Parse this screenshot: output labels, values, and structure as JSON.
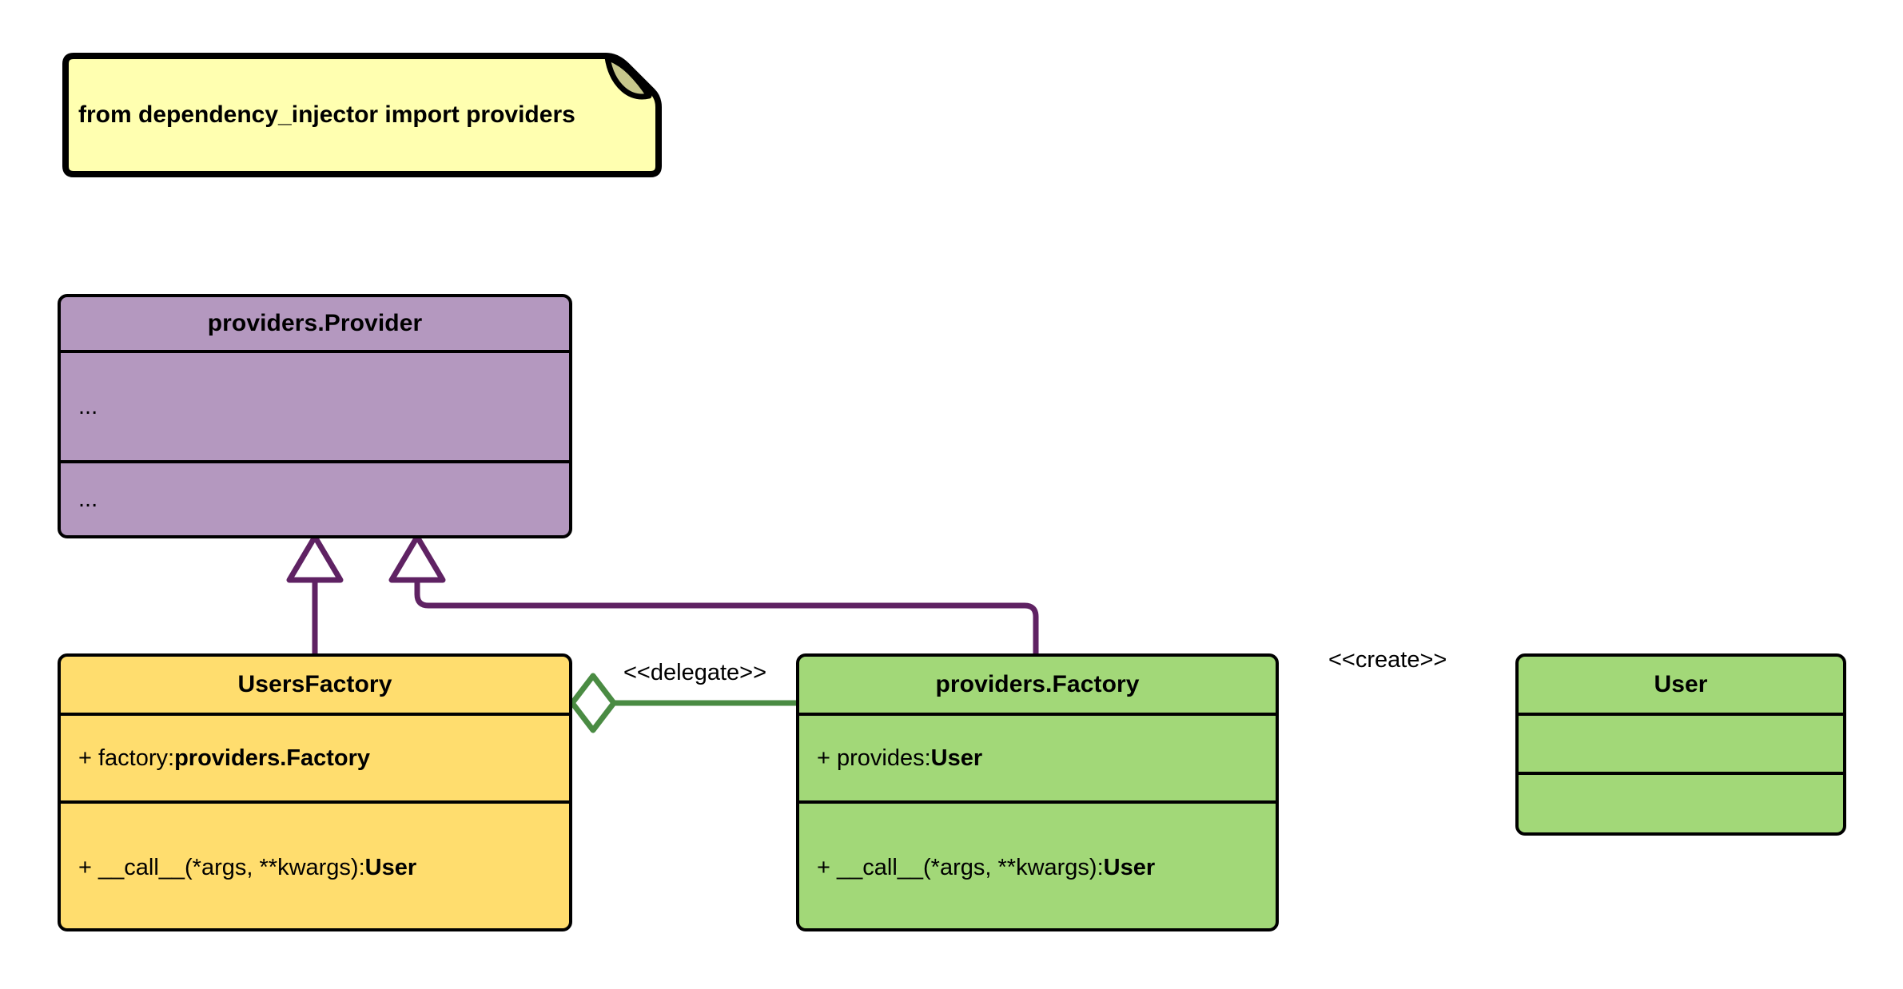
{
  "diagram": {
    "kind": "uml-class-diagram",
    "note": {
      "text": "from dependency_injector import providers",
      "fill": "#ffffb0",
      "fold_fill": "#c8c88c",
      "stroke": "#000000"
    },
    "colors": {
      "provider_fill": "#b498bf",
      "factory_fill": "#ffdd6e",
      "green_fill": "#a2d878",
      "inheritance_line": "#5f2263",
      "association_line": "#4a8b43",
      "border": "#000000",
      "background": "#ffffff"
    },
    "classes": [
      {
        "id": "provider",
        "name": "providers.Provider",
        "attributes": [
          "..."
        ],
        "methods": [
          "..."
        ]
      },
      {
        "id": "usersfactory",
        "name": "UsersFactory",
        "attributes_prefix": "+ factory: ",
        "attributes_type": "providers.Factory",
        "methods_prefix": "+ __call__(*args, **kwargs): ",
        "methods_type": "User"
      },
      {
        "id": "providersfactory",
        "name": "providers.Factory",
        "attributes_prefix": "+ provides: ",
        "attributes_type": "User",
        "methods_prefix": "+ __call__(*args, **kwargs): ",
        "methods_type": "User"
      },
      {
        "id": "user",
        "name": "User",
        "attributes": [
          ""
        ],
        "methods": [
          ""
        ]
      }
    ],
    "edges": [
      {
        "id": "inherit-usersfactory",
        "type": "generalization",
        "from": "UsersFactory",
        "to": "providers.Provider",
        "label": "",
        "color": "#5f2263",
        "arrowhead": "hollow-triangle"
      },
      {
        "id": "inherit-providersfactory",
        "type": "generalization",
        "from": "providers.Factory",
        "to": "providers.Provider",
        "label": "",
        "color": "#5f2263",
        "arrowhead": "hollow-triangle"
      },
      {
        "id": "delegate",
        "type": "aggregation",
        "from": "UsersFactory",
        "to": "providers.Factory",
        "label": "<<delegate>>",
        "color": "#4a8b43",
        "arrowhead": "hollow-diamond"
      },
      {
        "id": "create",
        "type": "dependency",
        "from": "providers.Factory",
        "to": "User",
        "label": "<<create>>",
        "color": "#4a8b43",
        "arrowhead": "open-stick",
        "line_style": "dashed"
      }
    ]
  }
}
